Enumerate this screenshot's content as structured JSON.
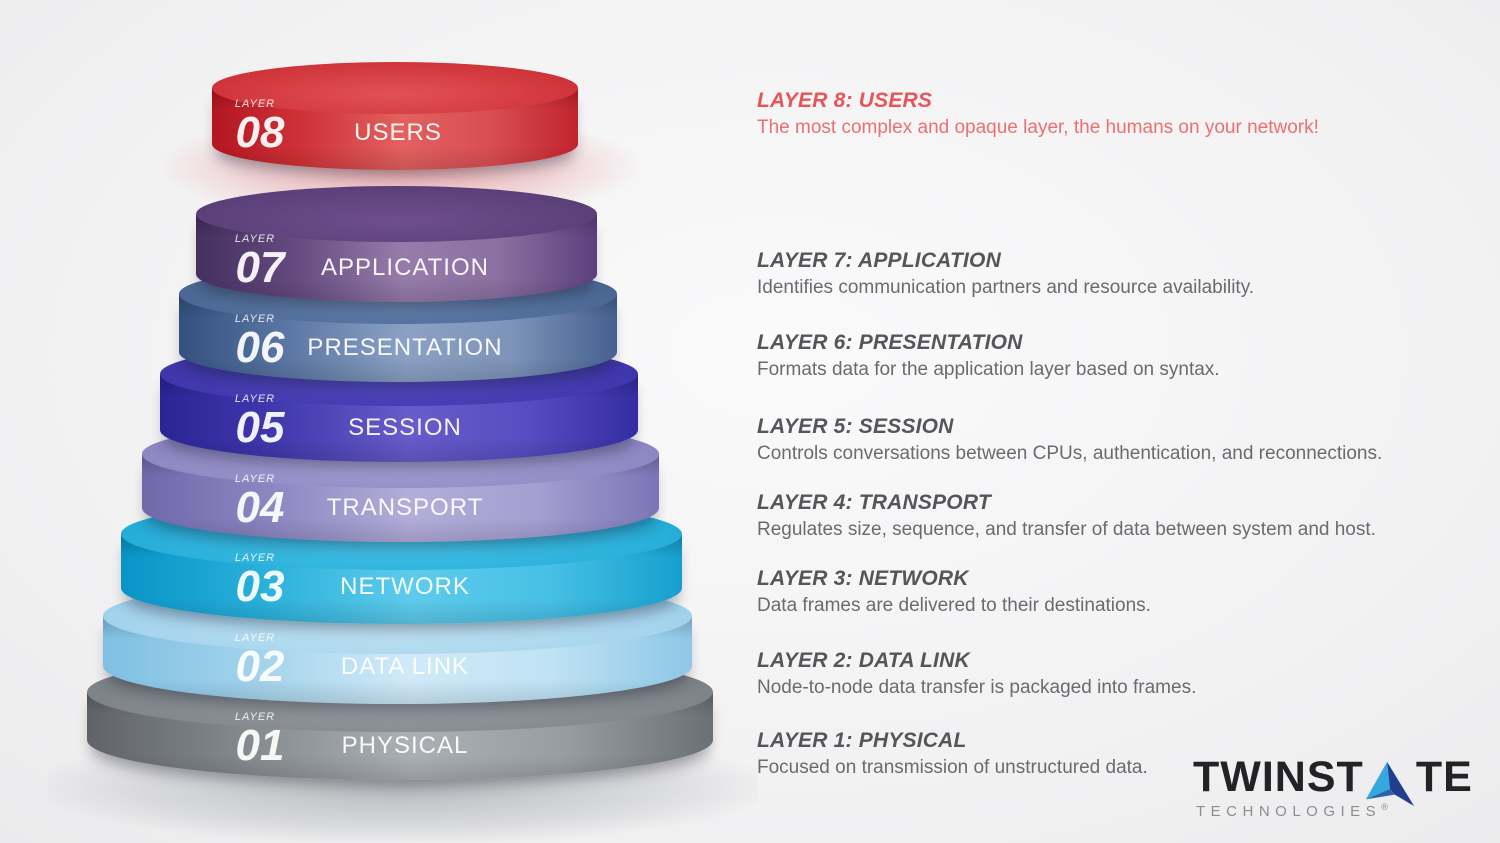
{
  "disc_tag": "LAYER",
  "layers": [
    {
      "number": "08",
      "name": "USERS",
      "heading": "LAYER 8: USERS",
      "description": "The most complex and opaque layer, the humans on your network!",
      "colors": {
        "band": [
          "#b2161f",
          "#cf3138",
          "#e2615f",
          "#d84e53",
          "#c1242c"
        ],
        "top_light": "#e25257",
        "top_dark": "#c8282f"
      }
    },
    {
      "number": "07",
      "name": "APPLICATION",
      "heading": "LAYER 7: APPLICATION",
      "description": "Identifies communication partners and resource availability.",
      "colors": {
        "band": [
          "#45305f",
          "#64497f",
          "#977cab",
          "#8a6fa0",
          "#5c3f7d"
        ],
        "top_light": "#6f4e8e",
        "top_dark": "#533a70"
      }
    },
    {
      "number": "06",
      "name": "PRESENTATION",
      "heading": "LAYER 6: PRESENTATION",
      "description": "Formats data for the application layer based on syntax.",
      "colors": {
        "band": [
          "#33507e",
          "#5a76a3",
          "#8ba1c4",
          "#7d94b8",
          "#466090"
        ],
        "top_light": "#6784b0",
        "top_dark": "#3f5c88"
      }
    },
    {
      "number": "05",
      "name": "SESSION",
      "heading": "LAYER 5: SESSION",
      "description": "Controls conversations between CPUs, authentication, and reconnections.",
      "colors": {
        "band": [
          "#2a2496",
          "#4039ad",
          "#665cca",
          "#574ec2",
          "#342da1"
        ],
        "top_light": "#5249c0",
        "top_dark": "#362fa2"
      }
    },
    {
      "number": "04",
      "name": "TRANSPORT",
      "heading": "LAYER 4: TRANSPORT",
      "description": "Regulates size, sequence, and transfer of data between system and host.",
      "colors": {
        "band": [
          "#6f69ab",
          "#8b85c0",
          "#b3adda",
          "#a59fd2",
          "#7b75b5"
        ],
        "top_light": "#a6a0d3",
        "top_dark": "#837dbc"
      }
    },
    {
      "number": "03",
      "name": "NETWORK",
      "heading": "LAYER 3: NETWORK",
      "description": "Data frames are delivered to their destinations.",
      "colors": {
        "band": [
          "#0894c6",
          "#27afd9",
          "#5ecbec",
          "#47c0e5",
          "#169fce"
        ],
        "top_light": "#45c2e7",
        "top_dark": "#18a4d2"
      }
    },
    {
      "number": "02",
      "name": "DATA LINK",
      "heading": "LAYER 2: DATA LINK",
      "description": "Node-to-node data transfer is packaged into frames.",
      "colors": {
        "band": [
          "#7fc0e2",
          "#9fd1eb",
          "#d0eaf8",
          "#bfe2f3",
          "#8ec7e7"
        ],
        "top_light": "#c2e4f4",
        "top_dark": "#94cbe9"
      }
    },
    {
      "number": "01",
      "name": "PHYSICAL",
      "heading": "LAYER 1: PHYSICAL",
      "description": "Focused on transmission of unstructured data.",
      "colors": {
        "band": [
          "#606468",
          "#82878c",
          "#abb0b5",
          "#989da2",
          "#6b7075"
        ],
        "top_light": "#999ea3",
        "top_dark": "#73787d"
      }
    }
  ],
  "text_colors": {
    "heading": "#55565a",
    "description": "#6a6b6e",
    "accent_heading": "#e8545a",
    "accent_description": "#ee6f72"
  },
  "logo": {
    "brand_prefix": "TWINST",
    "brand_suffix": "TE",
    "subtitle": "TECHNOLOGIES",
    "registered": "®",
    "text_color": "#232327",
    "subtitle_color": "#8b8e93",
    "arrow_colors": {
      "light": "#35a8e0",
      "mid": "#2b64ae",
      "dark": "#203e90"
    }
  }
}
